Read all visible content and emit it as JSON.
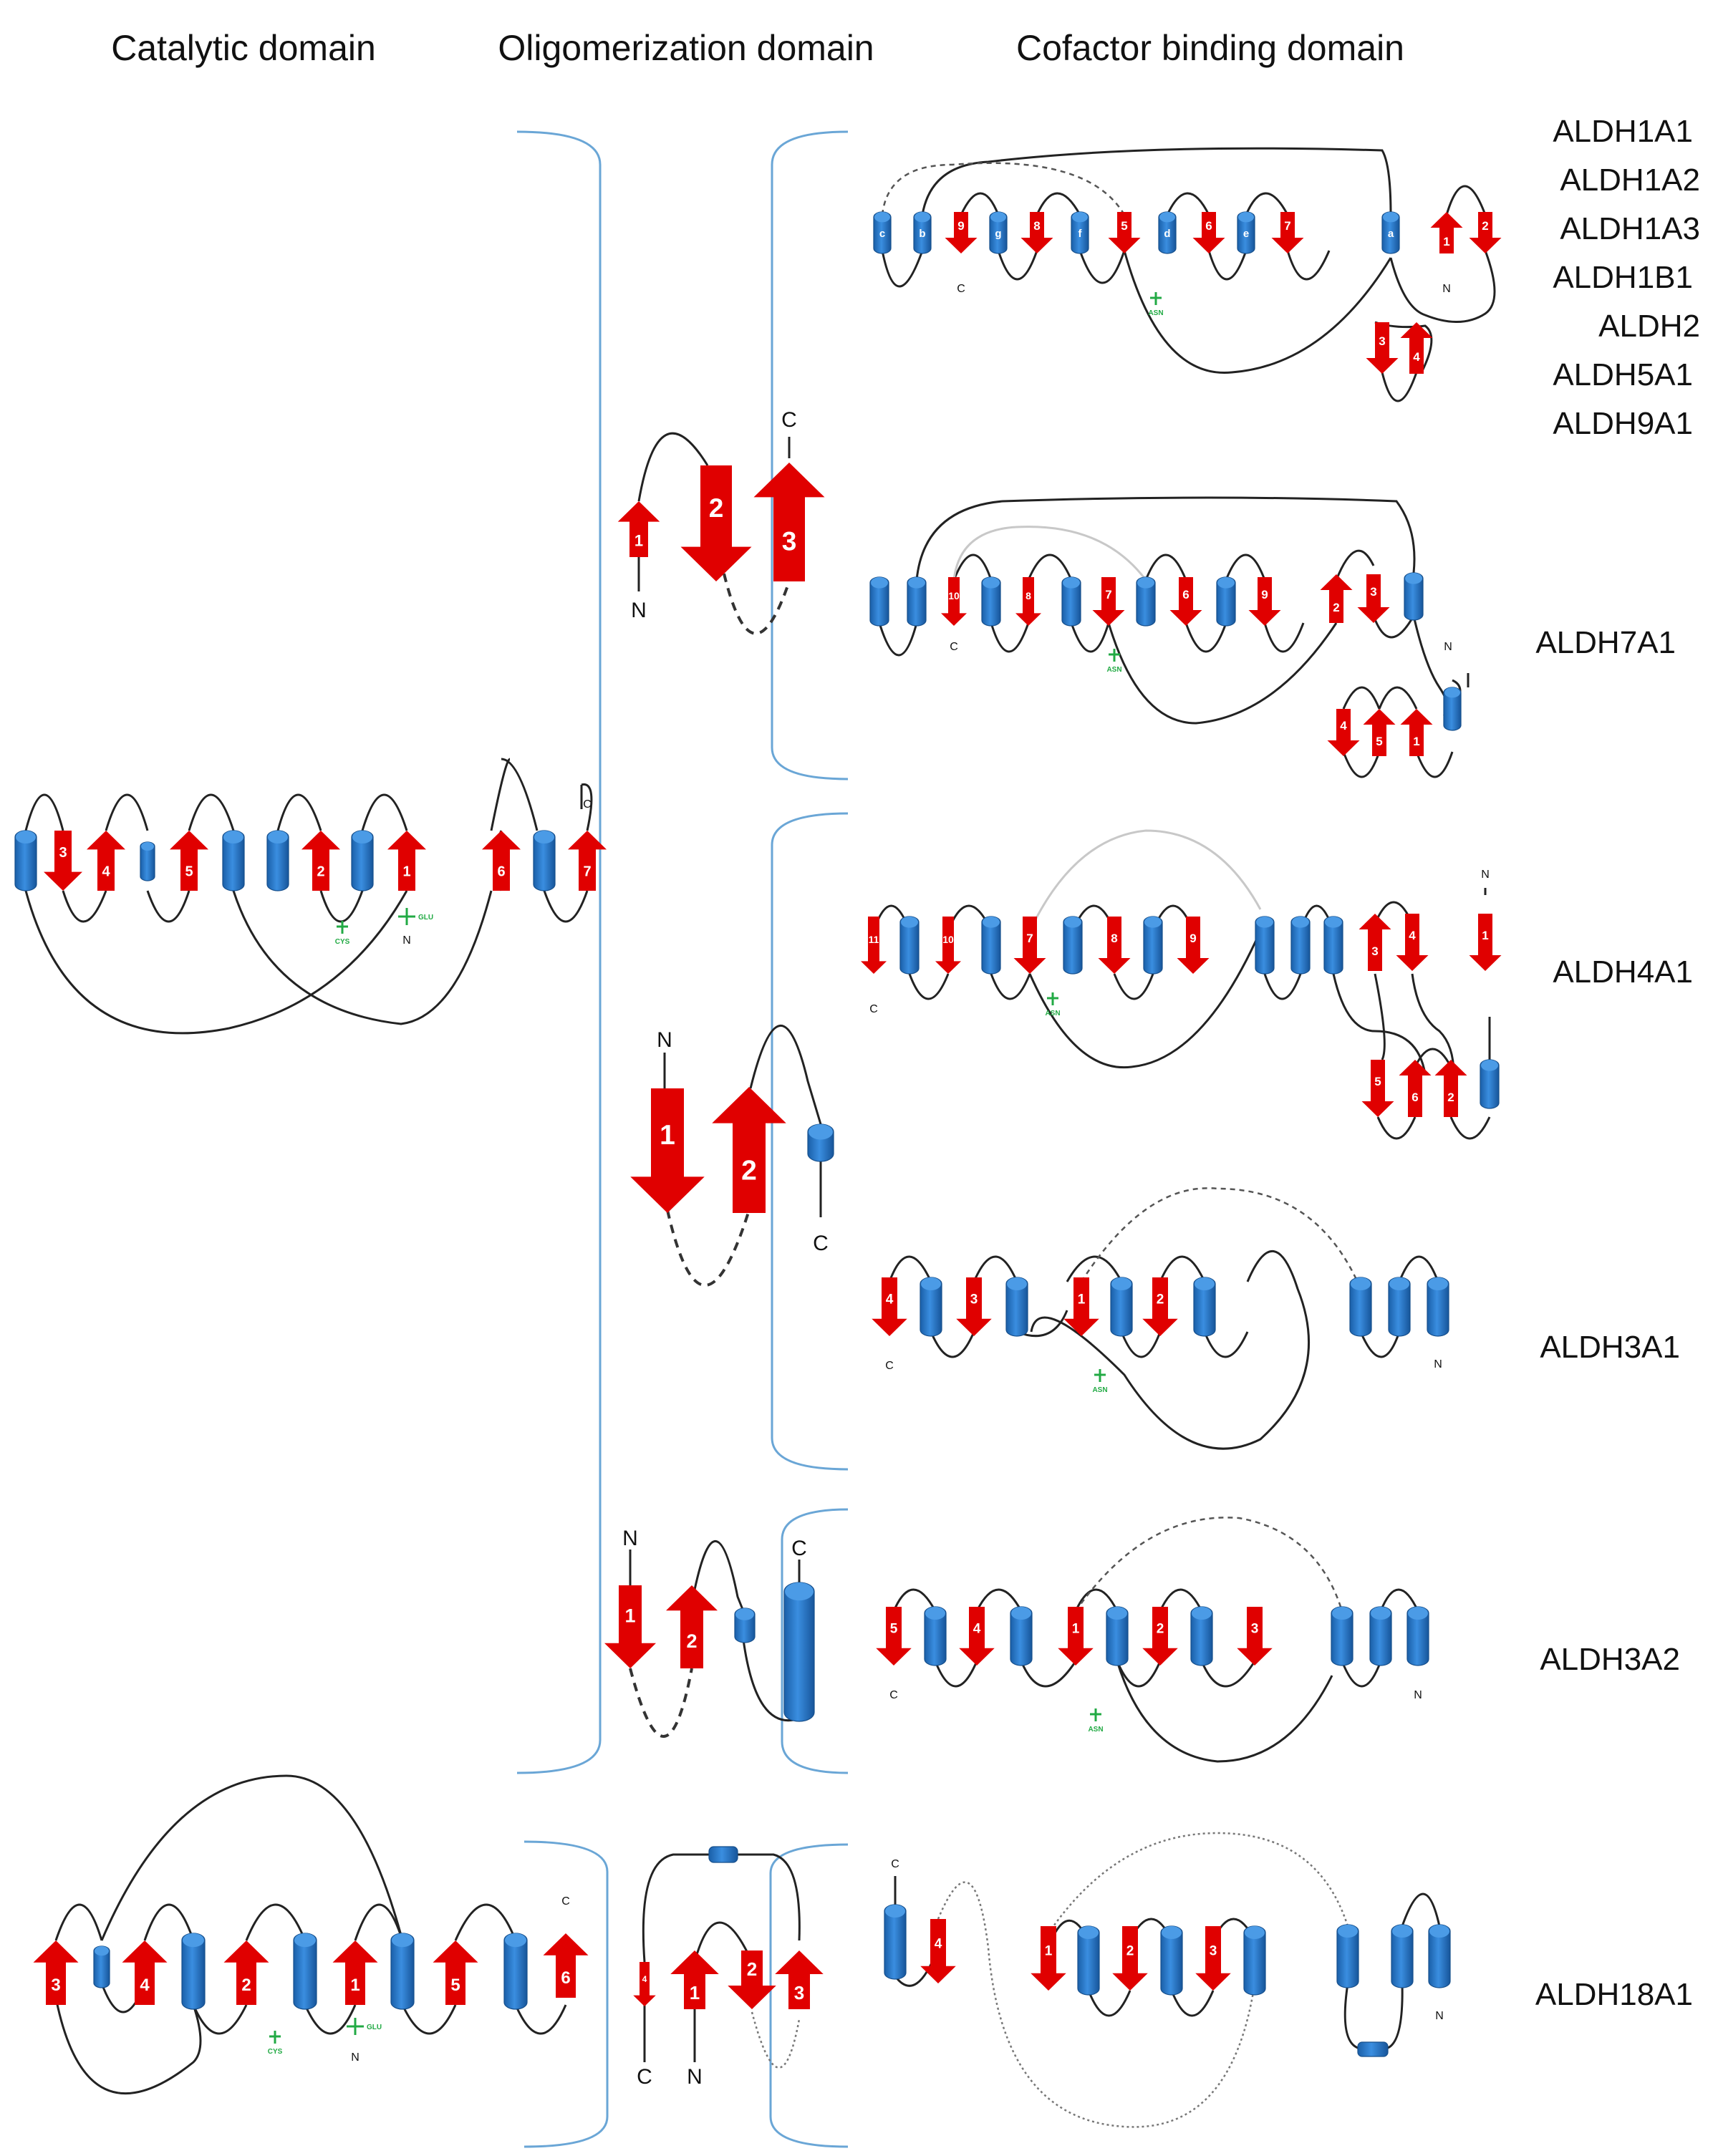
{
  "headers": {
    "catalytic": "Catalytic domain",
    "oligomerization": "Oligomerization domain",
    "cofactor": "Cofactor binding domain"
  },
  "families": {
    "group1": [
      "ALDH1A1",
      "ALDH1A2",
      "ALDH1A3",
      "ALDH1B1",
      "ALDH2",
      "ALDH5A1",
      "ALDH9A1"
    ],
    "aldh7a1": "ALDH7A1",
    "aldh4a1": "ALDH4A1",
    "aldh3a1": "ALDH3A1",
    "aldh3a2": "ALDH3A2",
    "aldh18a1": "ALDH18A1"
  },
  "termini": {
    "n": "N",
    "c": "C"
  },
  "residues": {
    "cys": "CYS",
    "glu": "GLU",
    "asn": "ASN"
  },
  "strands": {
    "cat_main": [
      "3",
      "4",
      "5",
      "2",
      "1",
      "6",
      "7"
    ],
    "cat_18": [
      "3",
      "4",
      "2",
      "1",
      "5",
      "6"
    ],
    "olig_a": [
      "1",
      "2",
      "3"
    ],
    "olig_b": [
      "1",
      "2"
    ],
    "olig_c": [
      "1",
      "2"
    ],
    "olig_18": [
      "4",
      "1",
      "2",
      "3"
    ],
    "cof_1": [
      "9",
      "8",
      "5",
      "6",
      "7",
      "1",
      "2",
      "3",
      "4"
    ],
    "cof_1_helices": [
      "c",
      "b",
      "g",
      "f",
      "d",
      "e",
      "a"
    ],
    "cof_7": [
      "10",
      "8",
      "7",
      "6",
      "9",
      "2",
      "3",
      "4",
      "5",
      "1"
    ],
    "cof_4": [
      "11",
      "10",
      "7",
      "8",
      "9",
      "3",
      "4",
      "1",
      "5",
      "6",
      "2"
    ],
    "cof_3a1": [
      "4",
      "3",
      "1",
      "2"
    ],
    "cof_3a2": [
      "5",
      "4",
      "1",
      "2",
      "3"
    ],
    "cof_18": [
      "4",
      "1",
      "2",
      "3"
    ]
  },
  "colors": {
    "strand": "#e00000",
    "helix": "#1f6fc0",
    "bracket": "#6aa6d6",
    "residue": "#22aa44"
  }
}
